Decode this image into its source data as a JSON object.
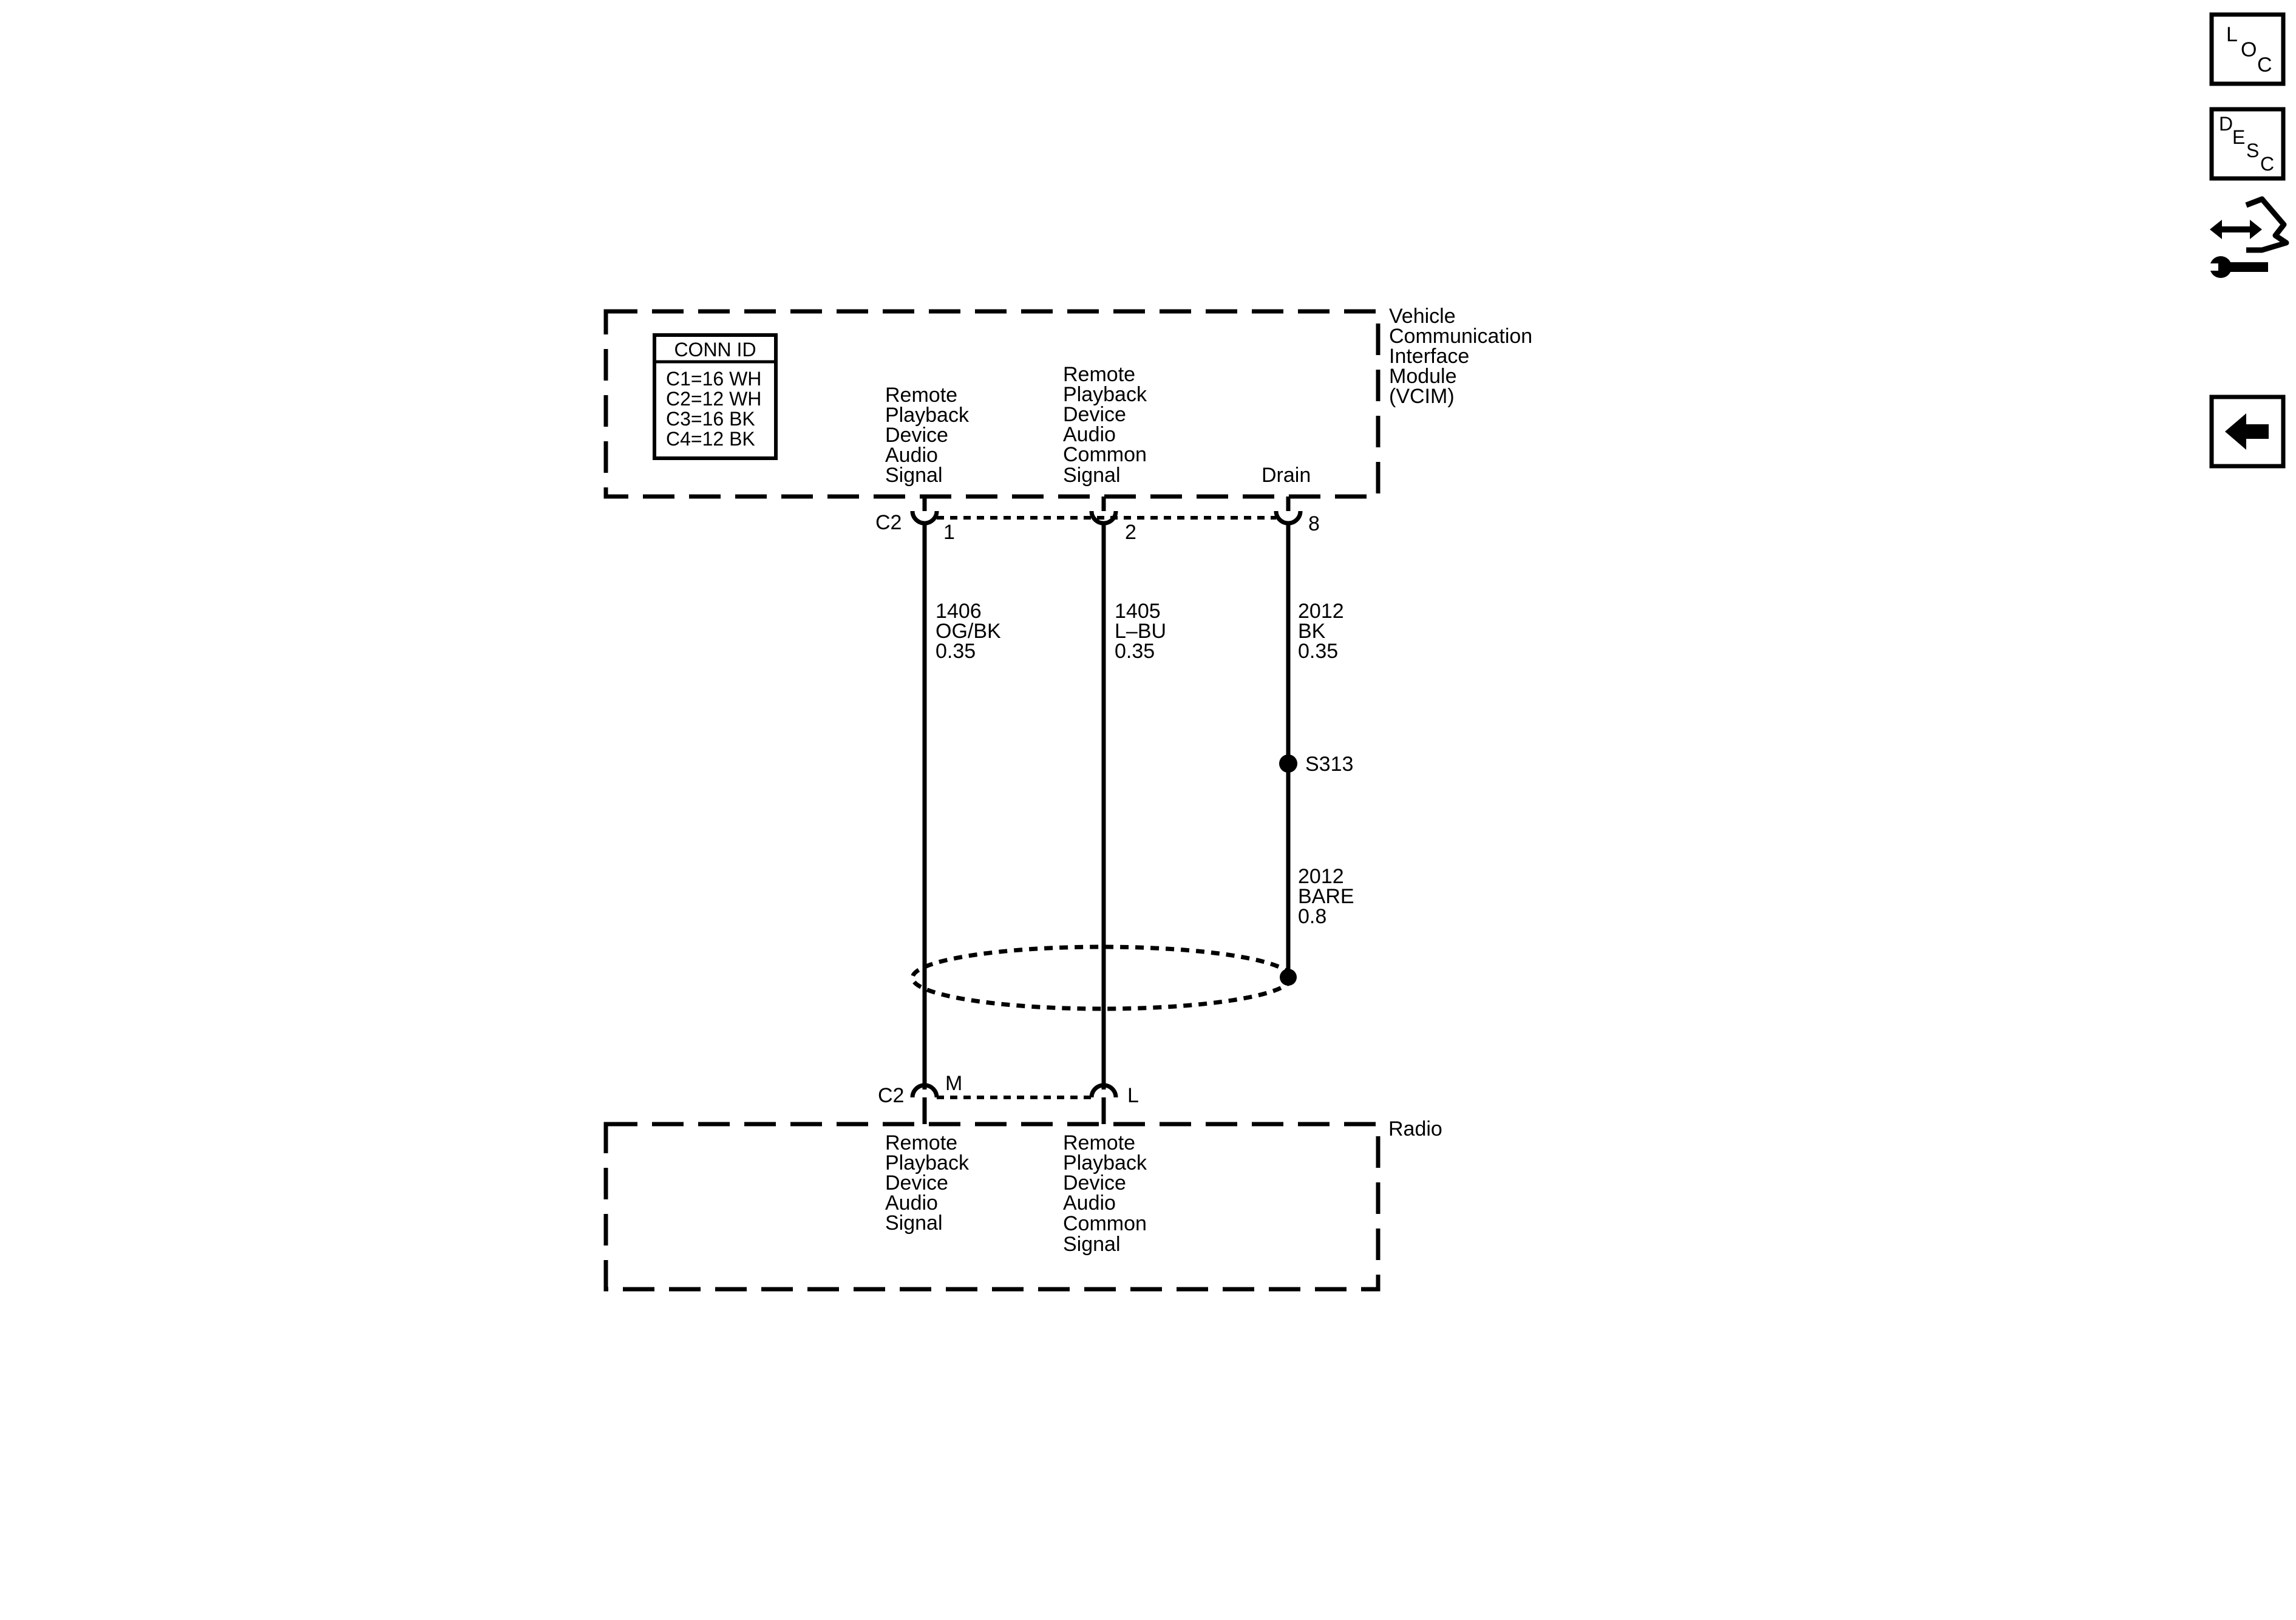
{
  "sidebar": {
    "loc": {
      "l": "L",
      "o": "O",
      "c": "C"
    },
    "desc": {
      "d": "D",
      "e": "E",
      "s": "S",
      "c": "C"
    }
  },
  "conn_id": {
    "title": "CONN ID",
    "rows": [
      "C1=16 WH",
      "C2=12 WH",
      "C3=16 BK",
      "C4=12 BK"
    ]
  },
  "vcim": {
    "name_lines": [
      "Vehicle",
      "Communication",
      "Interface",
      "Module",
      "(VCIM)"
    ],
    "pin1_label": [
      "Remote",
      "Playback",
      "Device",
      "Audio",
      "Signal"
    ],
    "pin2_label": [
      "Remote",
      "Playback",
      "Device",
      "Audio",
      "Common",
      "Signal"
    ],
    "pin8_label": "Drain",
    "connector": "C2",
    "pins": [
      "1",
      "2",
      "8"
    ]
  },
  "wires": [
    {
      "circuit": "1406",
      "color": "OG/BK",
      "gauge": "0.35"
    },
    {
      "circuit": "1405",
      "color": "L–BU",
      "gauge": "0.35"
    },
    {
      "circuit": "2012",
      "color": "BK",
      "gauge": "0.35"
    }
  ],
  "splice": {
    "name": "S313"
  },
  "drain_lower": {
    "circuit": "2012",
    "color": "BARE",
    "gauge": "0.8"
  },
  "radio": {
    "name": "Radio",
    "connector": "C2",
    "pins": [
      "M",
      "L"
    ],
    "pin_m_label": [
      "Remote",
      "Playback",
      "Device",
      "Audio",
      "Signal"
    ],
    "pin_l_label": [
      "Remote",
      "Playback",
      "Device",
      "Audio",
      "Common",
      "Signal"
    ]
  }
}
